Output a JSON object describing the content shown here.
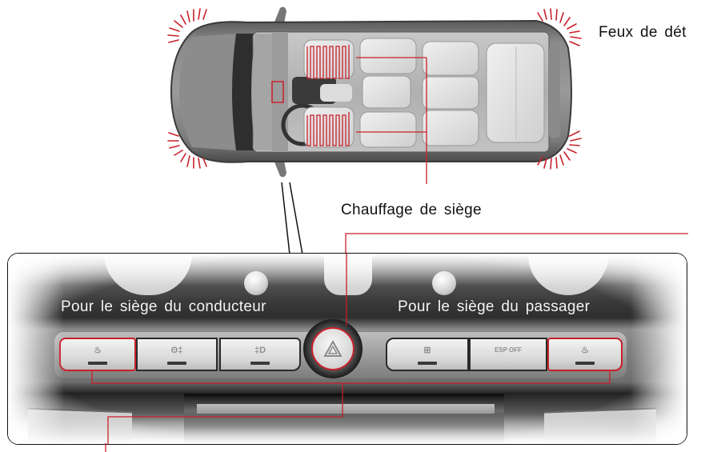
{
  "labels": {
    "hazard_lights": "Feux de dét",
    "seat_heating": "Chauffage de siège",
    "driver_seat": "Pour le siège du conducteur",
    "passenger_seat": "Pour le siège du passager"
  },
  "buttons": [
    {
      "id": "driver-seat-heater",
      "glyph": "♨",
      "icon": "seat-heater-icon",
      "highlighted": true
    },
    {
      "id": "front-fog",
      "glyph": "ʘ‡",
      "icon": "front-fog-light-icon",
      "highlighted": false
    },
    {
      "id": "rear-fog",
      "glyph": "‡D",
      "icon": "rear-fog-light-icon",
      "highlighted": false
    },
    {
      "id": "hazard",
      "glyph": "△",
      "icon": "hazard-triangle-icon",
      "highlighted": true
    },
    {
      "id": "parking-sensor",
      "glyph": "⊞",
      "icon": "parking-sensor-icon",
      "highlighted": false
    },
    {
      "id": "esp-off",
      "glyph": "ESP OFF",
      "icon": "esp-off-icon",
      "highlighted": false
    },
    {
      "id": "passenger-seat-heater",
      "glyph": "♨",
      "icon": "seat-heater-icon",
      "highlighted": true
    }
  ],
  "colors": {
    "accent_red": "#c8202a",
    "callout_black": "#111111",
    "car_body": "#6e6e6e"
  }
}
